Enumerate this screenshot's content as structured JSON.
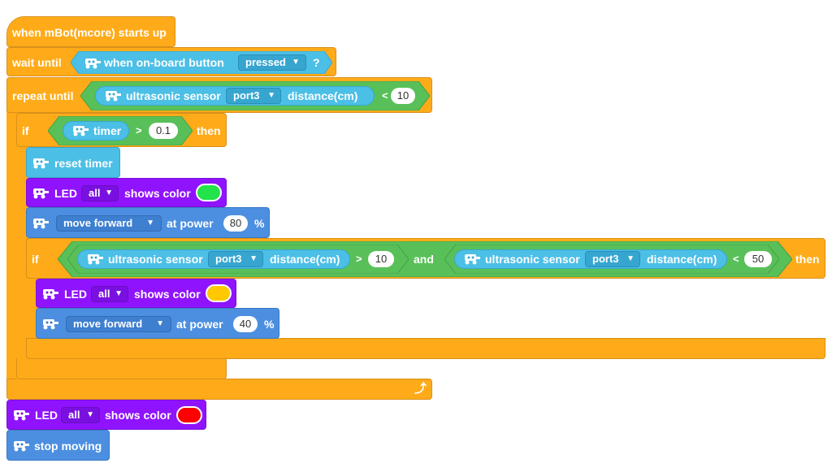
{
  "hat": {
    "label": "when mBot(mcore) starts up"
  },
  "wait": {
    "label": "wait until",
    "condition_label": "when on-board button",
    "dropdown": "pressed",
    "suffix": "?"
  },
  "repeat": {
    "label": "repeat until",
    "sensor_label": "ultrasonic sensor",
    "port": "port3",
    "measure": "distance(cm)",
    "op": "<",
    "value": "10"
  },
  "if1": {
    "label": "if",
    "reporter": "timer",
    "op": ">",
    "value": "0.1",
    "then": "then"
  },
  "reset_timer": {
    "label": "reset timer"
  },
  "led1": {
    "label": "LED",
    "target": "all",
    "shows": "shows color",
    "color": "#22E44A"
  },
  "move1": {
    "action": "move forward",
    "at_power": "at power",
    "value": "80",
    "unit": "%"
  },
  "if2": {
    "label": "if",
    "left": {
      "sensor": "ultrasonic sensor",
      "port": "port3",
      "measure": "distance(cm)",
      "op": ">",
      "value": "10"
    },
    "and": "and",
    "right": {
      "sensor": "ultrasonic sensor",
      "port": "port3",
      "measure": "distance(cm)",
      "op": "<",
      "value": "50"
    },
    "then": "then"
  },
  "led2": {
    "label": "LED",
    "target": "all",
    "shows": "shows color",
    "color": "#FFC800"
  },
  "move2": {
    "action": "move forward",
    "at_power": "at power",
    "value": "40",
    "unit": "%"
  },
  "led3": {
    "label": "LED",
    "target": "all",
    "shows": "shows color",
    "color": "#FF0000"
  },
  "stop": {
    "label": "stop moving"
  },
  "icons": {
    "robot": "robot-icon",
    "dropdown": "caret-down-icon",
    "loop": "loop-arrow-icon"
  },
  "colors": {
    "control": "#FFAB19",
    "sensing": "#4CBFE6",
    "light": "#9013FE",
    "motion": "#4C8FE0",
    "operator": "#59C059"
  }
}
